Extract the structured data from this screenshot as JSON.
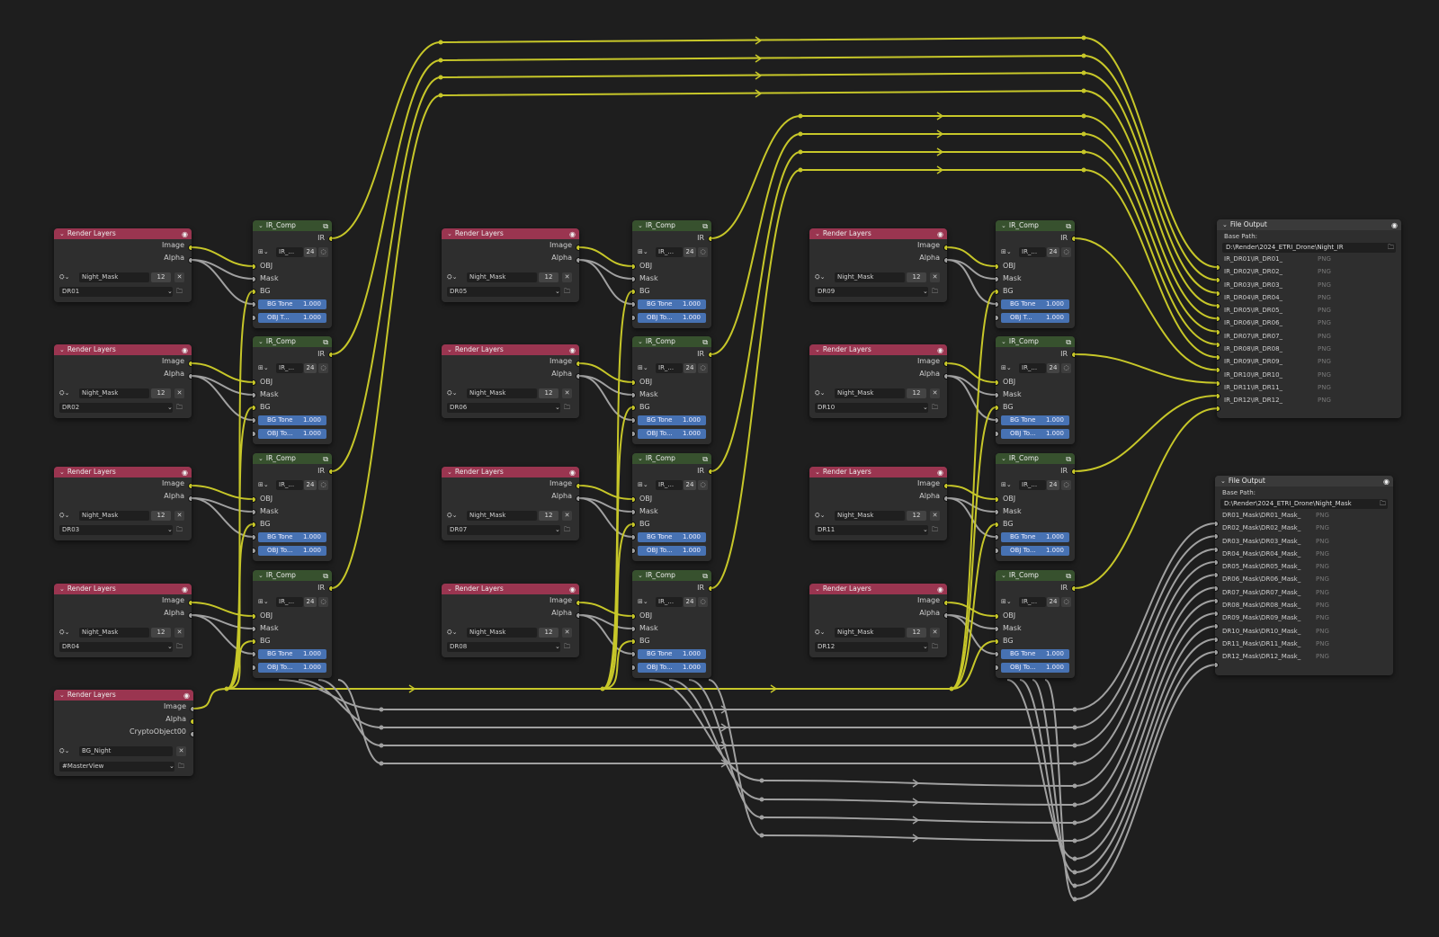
{
  "colors": {
    "background": "#1e1e1e",
    "render_layers_header": "#9a3550",
    "group_header": "#37512e",
    "file_output_header": "#3a3a3a",
    "blue_field": "#4772b3",
    "image_socket_wire": "#c7c729",
    "float_socket_wire": "#a1a1a1"
  },
  "labels": {
    "render_layers": "Render Layers",
    "ir_comp": "IR_Comp",
    "ir": "IR",
    "obj": "OBJ",
    "mask": "Mask",
    "bg": "BG",
    "image": "Image",
    "alpha": "Alpha",
    "crypto": "CryptoObject00",
    "view_layer": "Night_Mask",
    "view_layer_count": "12",
    "group_short": "IR_...",
    "group_users": "24",
    "bg_tone": "BG Tone",
    "obj_tone": "OBJ To...",
    "obj_tone_alt": "OBJ T...",
    "tone_value": "1.000",
    "file_output": "File Output",
    "base_path": "Base Path:",
    "png": "PNG"
  },
  "icons": {
    "render_layers_header": "image-icon",
    "group_header": "node-group-icon",
    "file_output_header": "image-icon",
    "scene": "scene-icon",
    "group_selector": "node-tree-icon",
    "fake_user": "shield-icon",
    "close": "close-icon",
    "browse": "folder-icon",
    "chevron": "chevron-down-icon"
  },
  "render_layer_nodes": [
    {
      "scene": "DR01"
    },
    {
      "scene": "DR02"
    },
    {
      "scene": "DR03"
    },
    {
      "scene": "DR04"
    },
    {
      "scene": "DR05"
    },
    {
      "scene": "DR06"
    },
    {
      "scene": "DR07"
    },
    {
      "scene": "DR08"
    },
    {
      "scene": "DR09"
    },
    {
      "scene": "DR10"
    },
    {
      "scene": "DR11"
    },
    {
      "scene": "DR12"
    }
  ],
  "background_node": {
    "view_layer": "BG_Night",
    "scene": "#MasterView"
  },
  "file_outputs": [
    {
      "path": "D:\\Render\\2024_ETRI_Drone\\Night_IR",
      "slots": [
        "IR_DR01\\IR_DR01_",
        "IR_DR02\\IR_DR02_",
        "IR_DR03\\IR_DR03_",
        "IR_DR04\\IR_DR04_",
        "IR_DR05\\IR_DR05_",
        "IR_DR06\\IR_DR06_",
        "IR_DR07\\IR_DR07_",
        "IR_DR08\\IR_DR08_",
        "IR_DR09\\IR_DR09_",
        "IR_DR10\\IR_DR10_",
        "IR_DR11\\IR_DR11_",
        "IR_DR12\\IR_DR12_"
      ]
    },
    {
      "path": "D:\\Render\\2024_ETRI_Drone\\Night_Mask",
      "slots": [
        "DR01_Mask\\DR01_Mask_",
        "DR02_Mask\\DR02_Mask_",
        "DR03_Mask\\DR03_Mask_",
        "DR04_Mask\\DR04_Mask_",
        "DR05_Mask\\DR05_Mask_",
        "DR06_Mask\\DR06_Mask_",
        "DR07_Mask\\DR07_Mask_",
        "DR08_Mask\\DR08_Mask_",
        "DR09_Mask\\DR09_Mask_",
        "DR10_Mask\\DR10_Mask_",
        "DR11_Mask\\DR11_Mask_",
        "DR12_Mask\\DR12_Mask_"
      ]
    }
  ]
}
